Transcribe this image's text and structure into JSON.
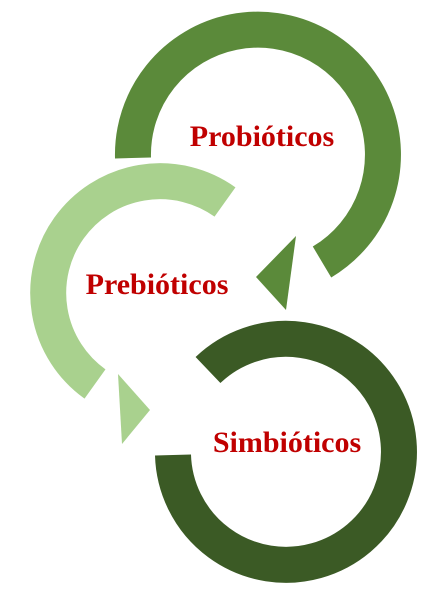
{
  "labels": {
    "probioticos": "Probióticos",
    "prebioticos": "Prebióticos",
    "simbioticos": "Simbióticos"
  },
  "colors": {
    "probioticos_arrow": "#5b8a3a",
    "prebioticos_arrow": "#a9d18e",
    "simbioticos_ring": "#3b5a25",
    "text": "#c00000"
  }
}
